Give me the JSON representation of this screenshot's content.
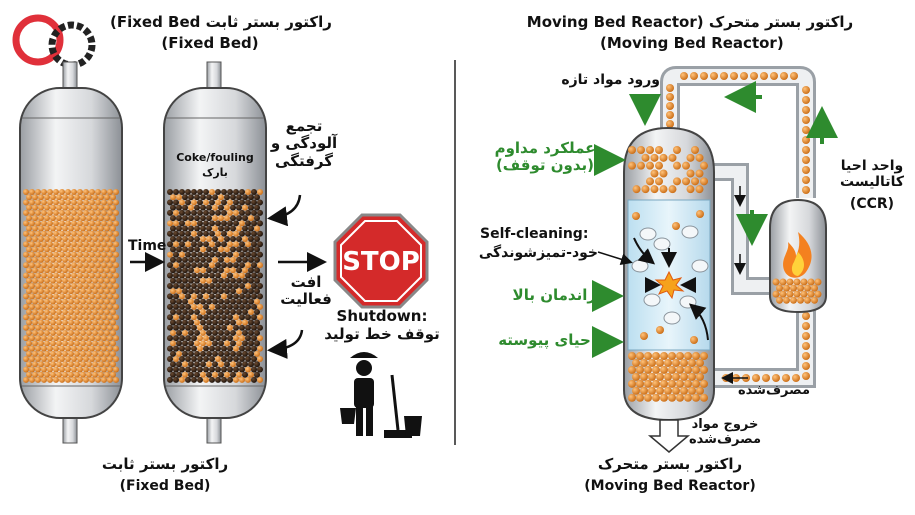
{
  "fixed_bed": {
    "title_fa": "راکتور بستر ثابت",
    "title_en_partial": "(Fixed Bed",
    "title_en": "(Fixed Bed)",
    "coke_label": "Coke/fouling",
    "coke_label_fa": "بارک",
    "time_label": "Time",
    "accumulation_fa": "تجمع\nآلودگی و\nگرفتگی",
    "activity_loss_fa": "افت\nفعالیت",
    "stop_sign": "STOP",
    "shutdown_en": "Shutdown:",
    "shutdown_fa": "توقف خط تولید",
    "bottom_fa": "راکتور بستر ثابت",
    "bottom_en": "(Fixed Bed)"
  },
  "moving_bed": {
    "title_line1": "Moving Bed Reactor) راکتور بستر متحرک",
    "title_line2": "(Moving Bed Reactor)",
    "feed_fa": "ورود مواد تازه",
    "continuous_fa": "عملکرد مداوم\n(بدون توقف)",
    "self_cleaning_en": "Self-cleaning:",
    "self_cleaning_fa": "خود-تمیزشوندگی",
    "high_yield_fa": "راندمان بالا",
    "continuous_regen_fa": "احیای پیوسته",
    "ccr_fa": "واحد احیا\nکاتالیست",
    "ccr_en": "(CCR)",
    "spent_fa": "مصرف‌شده",
    "outlet_fa": "خروج مواد\nمصرف‌شده",
    "bottom_fa": "راکتور بستر متحرک",
    "bottom_en": "(Moving Bed Reactor)"
  },
  "colors": {
    "catalyst": "#e8892a",
    "coke": "#2a1c12",
    "green_arrow": "#2e8b2e",
    "stop_red": "#d42a2a",
    "logo_red": "#e0303a",
    "logo_dark": "#222222"
  },
  "icons": [
    "logo-icon",
    "stop-sign-icon",
    "cleaner-person-icon",
    "flame-icon"
  ]
}
